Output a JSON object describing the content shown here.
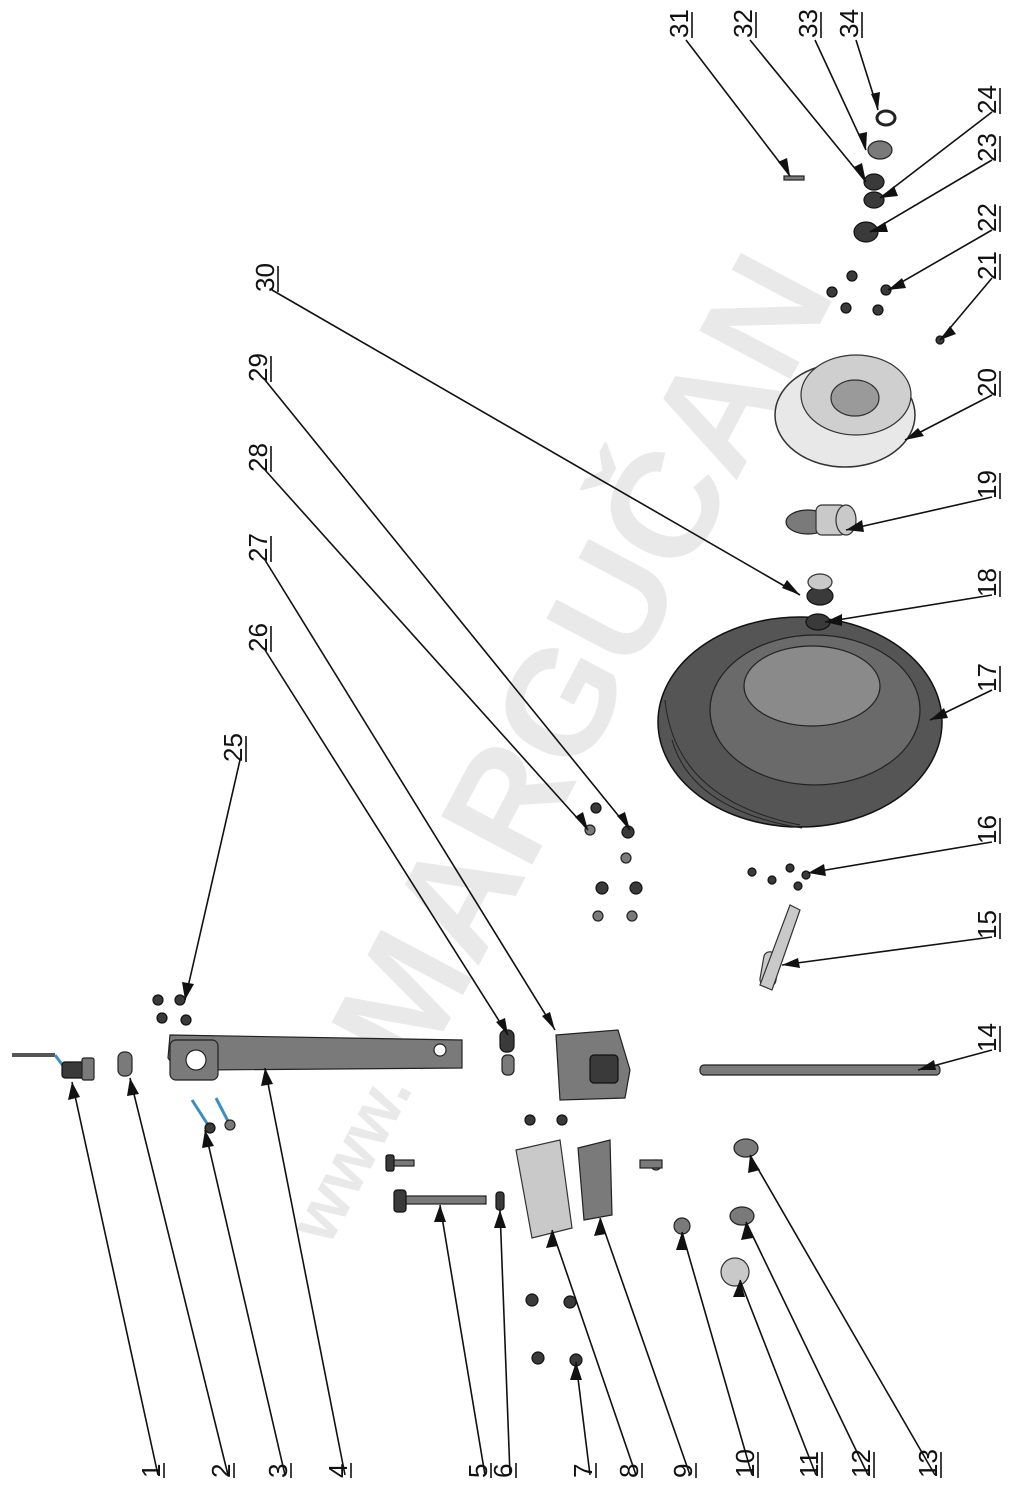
{
  "watermark": {
    "large": "MARGUČAN",
    "small": "www."
  },
  "callouts": [
    {
      "number": "1"
    },
    {
      "number": "2"
    },
    {
      "number": "3"
    },
    {
      "number": "4"
    },
    {
      "number": "5"
    },
    {
      "number": "6"
    },
    {
      "number": "7"
    },
    {
      "number": "8"
    },
    {
      "number": "9"
    },
    {
      "number": "10"
    },
    {
      "number": "11"
    },
    {
      "number": "12"
    },
    {
      "number": "13"
    },
    {
      "number": "14"
    },
    {
      "number": "15"
    },
    {
      "number": "16"
    },
    {
      "number": "17"
    },
    {
      "number": "18"
    },
    {
      "number": "19"
    },
    {
      "number": "20"
    },
    {
      "number": "21"
    },
    {
      "number": "22"
    },
    {
      "number": "23"
    },
    {
      "number": "24"
    },
    {
      "number": "25"
    },
    {
      "number": "26"
    },
    {
      "number": "27"
    },
    {
      "number": "28"
    },
    {
      "number": "29"
    },
    {
      "number": "30"
    },
    {
      "number": "31"
    },
    {
      "number": "32"
    },
    {
      "number": "33"
    },
    {
      "number": "34"
    }
  ]
}
